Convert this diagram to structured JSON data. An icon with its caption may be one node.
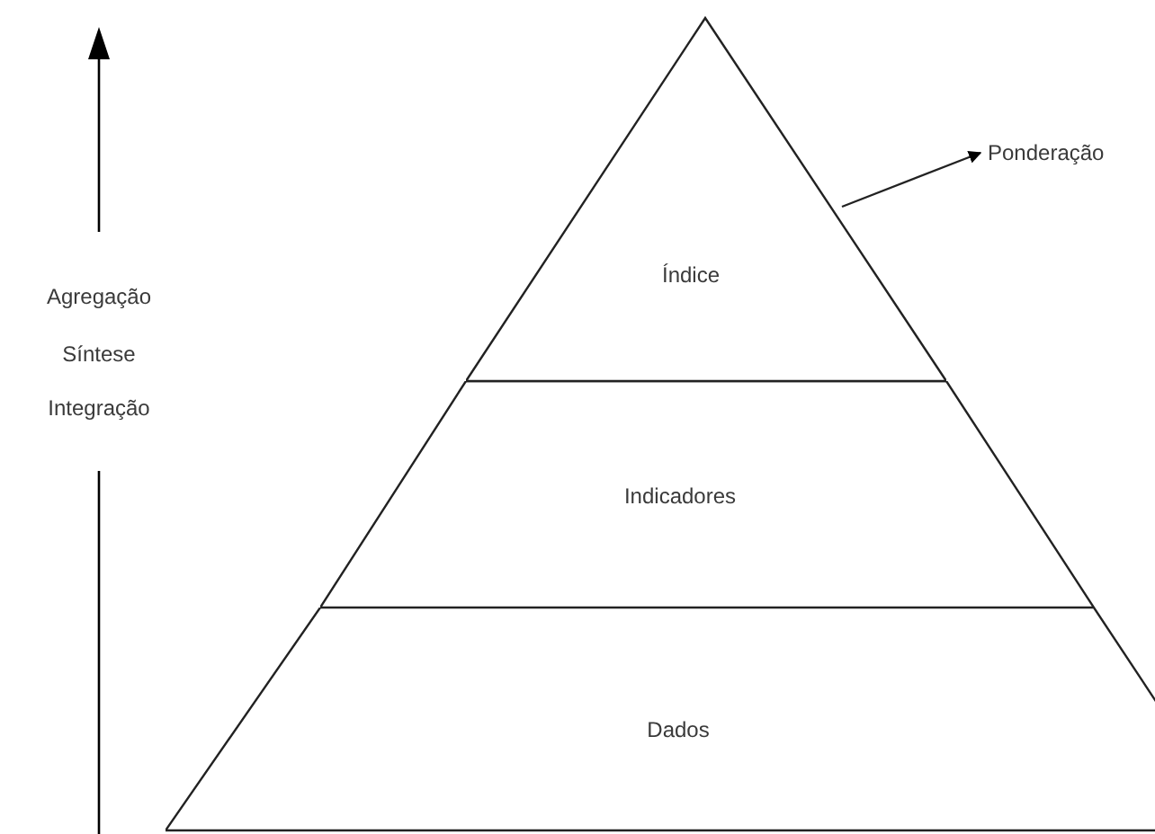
{
  "diagram": {
    "nodes": [
      {
        "text": [
          "Índice"
        ]
      },
      {
        "text": [
          "Indicadores"
        ]
      },
      {
        "text": [
          "Dados"
        ]
      },
      {
        "text": [
          "Ponderação"
        ]
      }
    ],
    "edges": [
      {
        "from": 0,
        "to": 3,
        "arrow": "to"
      }
    ],
    "labels": [
      "Agregação",
      "Síntese",
      "Integração"
    ]
  }
}
